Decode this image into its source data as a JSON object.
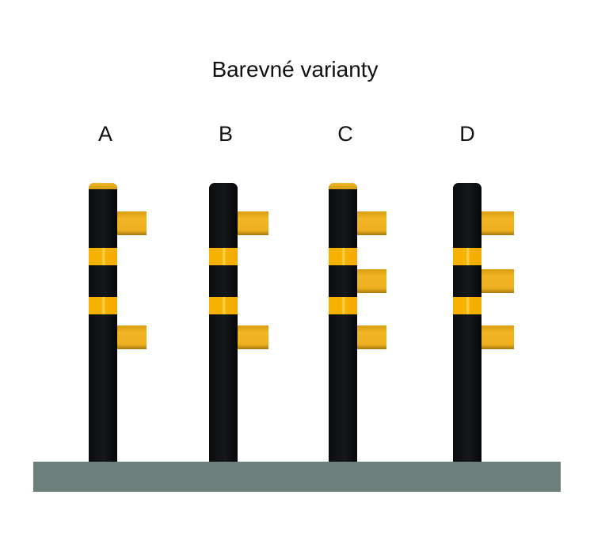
{
  "title": "Barevné varianty",
  "colors": {
    "post": "#0a0c0e",
    "yellow": "#f7b100",
    "ground": "#6e7f7b"
  },
  "variants": [
    {
      "label": "A",
      "yellow_cap": true,
      "arms": 2
    },
    {
      "label": "B",
      "yellow_cap": false,
      "arms": 2
    },
    {
      "label": "C",
      "yellow_cap": true,
      "arms": 3
    },
    {
      "label": "D",
      "yellow_cap": false,
      "arms": 3
    }
  ]
}
